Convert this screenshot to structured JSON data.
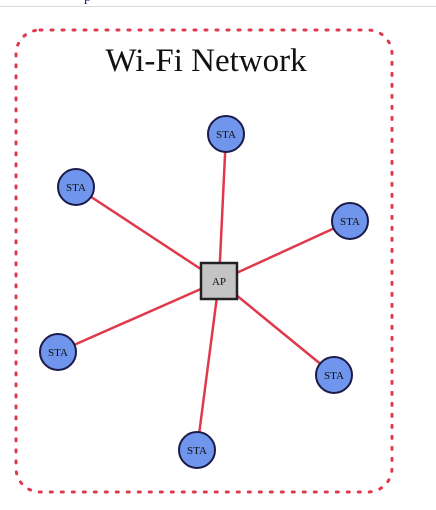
{
  "diagram": {
    "title": "Wi-Fi Network",
    "access_point": {
      "label": "AP"
    },
    "stations": [
      {
        "label": "STA"
      },
      {
        "label": "STA"
      },
      {
        "label": "STA"
      },
      {
        "label": "STA"
      },
      {
        "label": "STA"
      },
      {
        "label": "STA"
      }
    ]
  },
  "colors": {
    "border": "#e0394b",
    "link": "#e0394b",
    "station_fill": "#6f96ec",
    "station_stroke": "#1b1b4a",
    "ap_fill": "#c4c4c4",
    "ap_stroke": "#222222"
  },
  "icons": [
    "wifi-access-point-icon",
    "wifi-station-icon"
  ]
}
